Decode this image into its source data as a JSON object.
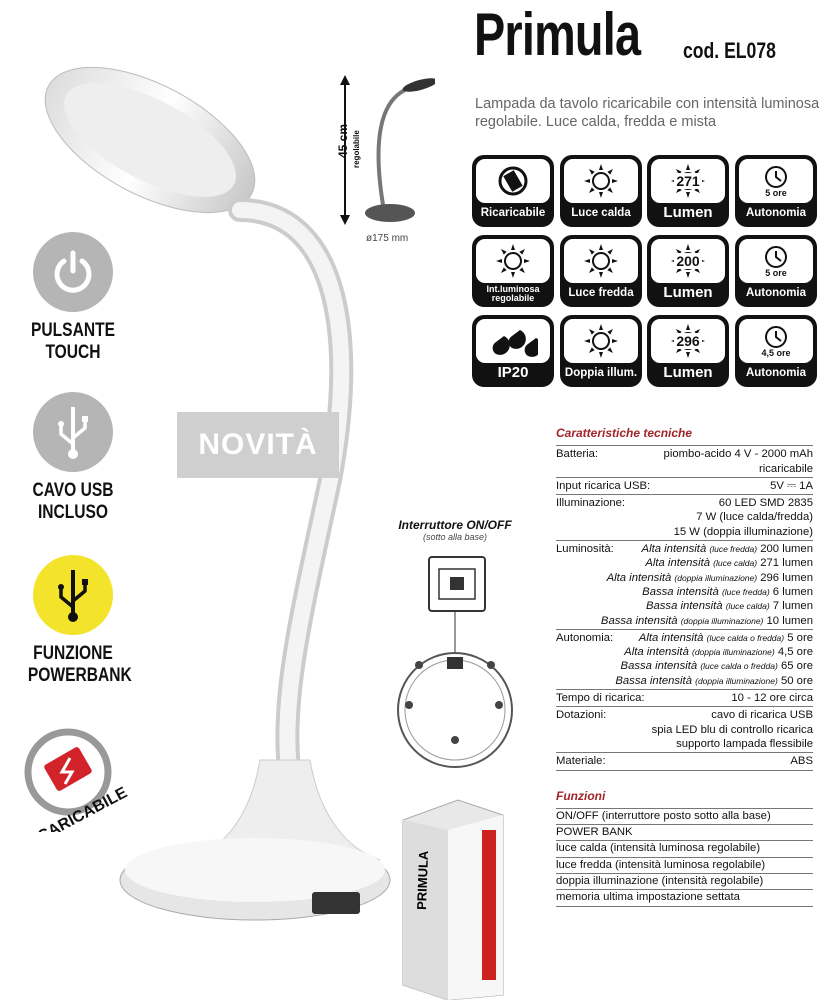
{
  "header": {
    "title": "Primula",
    "code": "cod. EL078",
    "description": "Lampada da tavolo ricaricabile con intensità luminosa regolabile. Luce calda, fredda e mista"
  },
  "dimensions": {
    "height": "45 cm",
    "height_note": "regolabile",
    "diameter": "ø175 mm"
  },
  "icons": [
    {
      "label": "Ricaricabile"
    },
    {
      "label": "Luce calda"
    },
    {
      "value": "271",
      "label": "Lumen"
    },
    {
      "value": "5 ore",
      "label": "Autonomia"
    },
    {
      "label": "Int.luminosa regolabile"
    },
    {
      "label": "Luce fredda"
    },
    {
      "value": "200",
      "label": "Lumen"
    },
    {
      "value": "5 ore",
      "label": "Autonomia"
    },
    {
      "label": "IP20"
    },
    {
      "label": "Doppia illum."
    },
    {
      "value": "296",
      "label": "Lumen"
    },
    {
      "value": "4,5 ore",
      "label": "Autonomia"
    }
  ],
  "features": [
    {
      "line1": "PULSANTE",
      "line2": "TOUCH"
    },
    {
      "line1": "CAVO USB",
      "line2": "INCLUSO"
    },
    {
      "line1": "FUNZIONE",
      "line2": "POWERBANK"
    },
    {
      "label": "RICARICABILE"
    }
  ],
  "badge": "NOVITÀ",
  "switch": {
    "title": "Interruttore ON/OFF",
    "note": "(sotto alla base)"
  },
  "box_text": "PRIMULA",
  "specs": {
    "heading": "Caratteristiche tecniche",
    "battery": {
      "label": "Batteria:",
      "v1": "piombo-acido 4 V - 2000 mAh",
      "v2": "ricaricabile"
    },
    "usb": {
      "label": "Input ricarica USB:",
      "value": "5V ⎓ 1A"
    },
    "illum": {
      "label": "Illuminazione:",
      "v1": "60 LED SMD 2835",
      "v2": "7 W (luce calda/fredda)",
      "v3": "15 W (doppia illuminazione)"
    },
    "lum": {
      "label": "Luminosità:",
      "rows": [
        {
          "a": "Alta intensità",
          "b": "(luce fredda)",
          "c": "200 lumen"
        },
        {
          "a": "Alta intensità",
          "b": "(luce calda)",
          "c": "271 lumen"
        },
        {
          "a": "Alta intensità",
          "b": "(doppia illuminazione)",
          "c": "296 lumen"
        },
        {
          "a": "Bassa intensità",
          "b": "(luce fredda)",
          "c": "6 lumen"
        },
        {
          "a": "Bassa intensità",
          "b": "(luce calda)",
          "c": "7 lumen"
        },
        {
          "a": "Bassa intensità",
          "b": "(doppia illuminazione)",
          "c": "10 lumen"
        }
      ]
    },
    "aut": {
      "label": "Autonomia:",
      "rows": [
        {
          "a": "Alta intensità",
          "b": "(luce calda o fredda)",
          "c": "5 ore"
        },
        {
          "a": "Alta intensità",
          "b": "(doppia illuminazione)",
          "c": "4,5 ore"
        },
        {
          "a": "Bassa intensità",
          "b": "(luce calda o fredda)",
          "c": "65 ore"
        },
        {
          "a": "Bassa intensità",
          "b": "(doppia illuminazione)",
          "c": "50 ore"
        }
      ]
    },
    "charge": {
      "label": "Tempo di ricarica:",
      "value": "10 - 12 ore circa"
    },
    "equip": {
      "label": "Dotazioni:",
      "v1": "cavo di ricarica USB",
      "v2": "spia LED blu di controllo ricarica",
      "v3": "supporto lampada flessibile"
    },
    "material": {
      "label": "Materiale:",
      "value": "ABS"
    }
  },
  "functions": {
    "heading": "Funzioni",
    "items": [
      "ON/OFF (interruttore posto sotto alla base)",
      "POWER BANK",
      "luce calda (intensità luminosa regolabile)",
      "luce fredda (intensità luminosa regolabile)",
      "doppia illuminazione (intensità regolabile)",
      "memoria ultima impostazione settata"
    ]
  },
  "colors": {
    "accent": "#a0262b",
    "yellow": "#f4e32b",
    "gray": "#b5b5b5"
  }
}
